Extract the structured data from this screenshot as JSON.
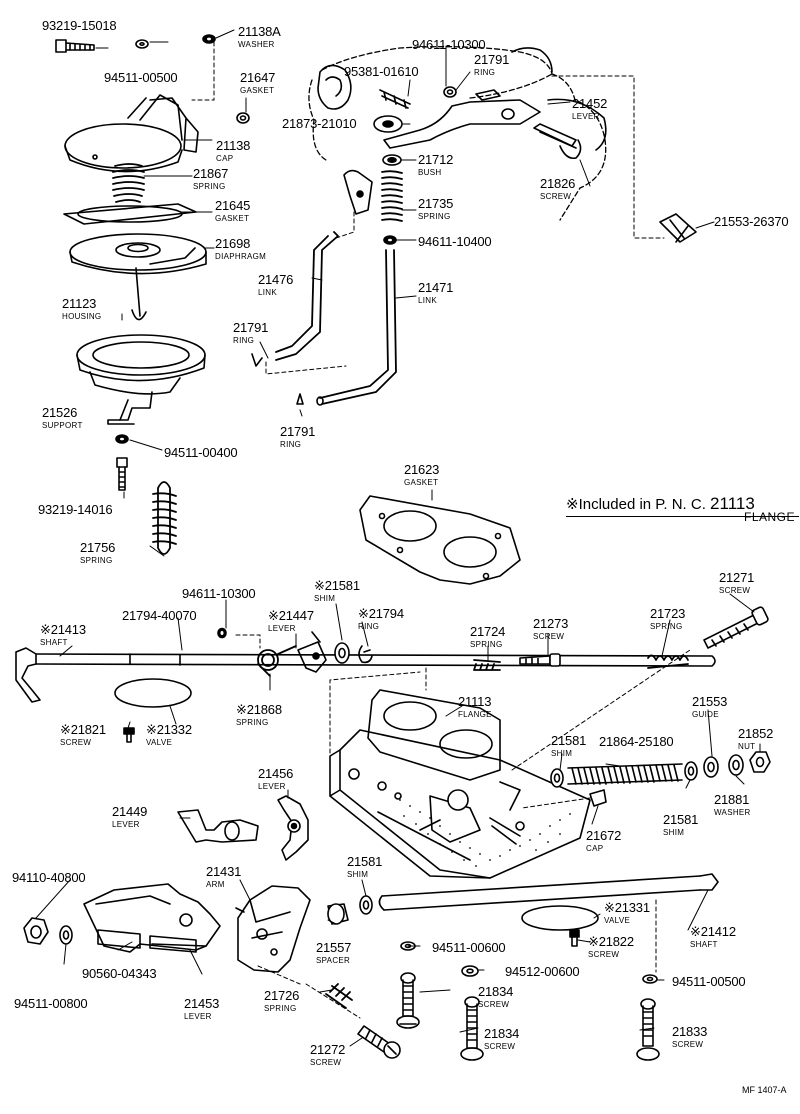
{
  "diagram_id": "MF 1407-A",
  "note": {
    "mark": "※",
    "text": "Included in P. N. C.",
    "pnc": "21113",
    "pnc_name": "FLANGE"
  },
  "labels": {
    "l01": {
      "num": "93219-15018",
      "name": ""
    },
    "l02": {
      "num": "21138A",
      "name": "WASHER"
    },
    "l03": {
      "num": "94511-00500",
      "name": ""
    },
    "l04": {
      "num": "21647",
      "name": "GASKET"
    },
    "l05": {
      "num": "21138",
      "name": "CAP"
    },
    "l06": {
      "num": "21867",
      "name": "SPRING"
    },
    "l07": {
      "num": "21645",
      "name": "GASKET"
    },
    "l08": {
      "num": "21698",
      "name": "DIAPHRAGM"
    },
    "l09": {
      "num": "21123",
      "name": "HOUSING"
    },
    "l10": {
      "num": "21526",
      "name": "SUPPORT"
    },
    "l11": {
      "num": "94511-00400",
      "name": ""
    },
    "l12": {
      "num": "93219-14016",
      "name": ""
    },
    "l13": {
      "num": "21756",
      "name": "SPRING"
    },
    "l14": {
      "num": "94611-10300",
      "name": ""
    },
    "l15": {
      "num": "21791",
      "name": "RING"
    },
    "l16": {
      "num": "95381-01610",
      "name": ""
    },
    "l17": {
      "num": "21452",
      "name": "LEVER"
    },
    "l18": {
      "num": "21873-21010",
      "name": ""
    },
    "l19": {
      "num": "21712",
      "name": "BUSH"
    },
    "l20": {
      "num": "21826",
      "name": "SCREW"
    },
    "l21": {
      "num": "21735",
      "name": "SPRING"
    },
    "l22": {
      "num": "21553-26370",
      "name": ""
    },
    "l23": {
      "num": "94611-10400",
      "name": ""
    },
    "l24": {
      "num": "21476",
      "name": "LINK"
    },
    "l25": {
      "num": "21471",
      "name": "LINK"
    },
    "l26": {
      "num": "21791",
      "name": "RING"
    },
    "l27": {
      "num": "21791",
      "name": "RING"
    },
    "l28": {
      "num": "21623",
      "name": "GASKET"
    },
    "l29": {
      "num": "94611-10300",
      "name": ""
    },
    "l30": {
      "num": "※21581",
      "name": "SHIM"
    },
    "l31": {
      "num": "21271",
      "name": "SCREW"
    },
    "l32": {
      "num": "※21413",
      "name": "SHAFT"
    },
    "l33": {
      "num": "21794-40070",
      "name": ""
    },
    "l34": {
      "num": "※21447",
      "name": "LEVER"
    },
    "l35": {
      "num": "※21794",
      "name": "RING"
    },
    "l36": {
      "num": "21724",
      "name": "SPRING"
    },
    "l37": {
      "num": "21273",
      "name": "SCREW"
    },
    "l38": {
      "num": "21723",
      "name": "SPRING"
    },
    "l39": {
      "num": "※21868",
      "name": "SPRING"
    },
    "l40": {
      "num": "21113",
      "name": "FLANGE"
    },
    "l41": {
      "num": "21553",
      "name": "GUIDE"
    },
    "l42": {
      "num": "21852",
      "name": "NUT"
    },
    "l43": {
      "num": "※21821",
      "name": "SCREW"
    },
    "l44": {
      "num": "※21332",
      "name": "VALVE"
    },
    "l45": {
      "num": "21581",
      "name": "SHIM"
    },
    "l46": {
      "num": "21864-25180",
      "name": ""
    },
    "l47": {
      "num": "21881",
      "name": "WASHER"
    },
    "l48": {
      "num": "21456",
      "name": "LEVER"
    },
    "l49": {
      "num": "21449",
      "name": "LEVER"
    },
    "l50": {
      "num": "21581",
      "name": "SHIM"
    },
    "l51": {
      "num": "21672",
      "name": "CAP"
    },
    "l52": {
      "num": "21581",
      "name": "SHIM"
    },
    "l53": {
      "num": "94110-40800",
      "name": ""
    },
    "l54": {
      "num": "21431",
      "name": "ARM"
    },
    "l55": {
      "num": "※21331",
      "name": "VALVE"
    },
    "l56": {
      "num": "※21412",
      "name": "SHAFT"
    },
    "l57": {
      "num": "21557",
      "name": "SPACER"
    },
    "l58": {
      "num": "※21822",
      "name": "SCREW"
    },
    "l59": {
      "num": "94511-00600",
      "name": ""
    },
    "l60": {
      "num": "90560-04343",
      "name": ""
    },
    "l61": {
      "num": "94511-00800",
      "name": ""
    },
    "l62": {
      "num": "21453",
      "name": "LEVER"
    },
    "l63": {
      "num": "94512-00600",
      "name": ""
    },
    "l64": {
      "num": "94511-00500",
      "name": ""
    },
    "l65": {
      "num": "21726",
      "name": "SPRING"
    },
    "l66": {
      "num": "21834",
      "name": "SCREW"
    },
    "l67": {
      "num": "21272",
      "name": "SCREW"
    },
    "l68": {
      "num": "21834",
      "name": "SCREW"
    },
    "l69": {
      "num": "21833",
      "name": "SCREW"
    }
  }
}
